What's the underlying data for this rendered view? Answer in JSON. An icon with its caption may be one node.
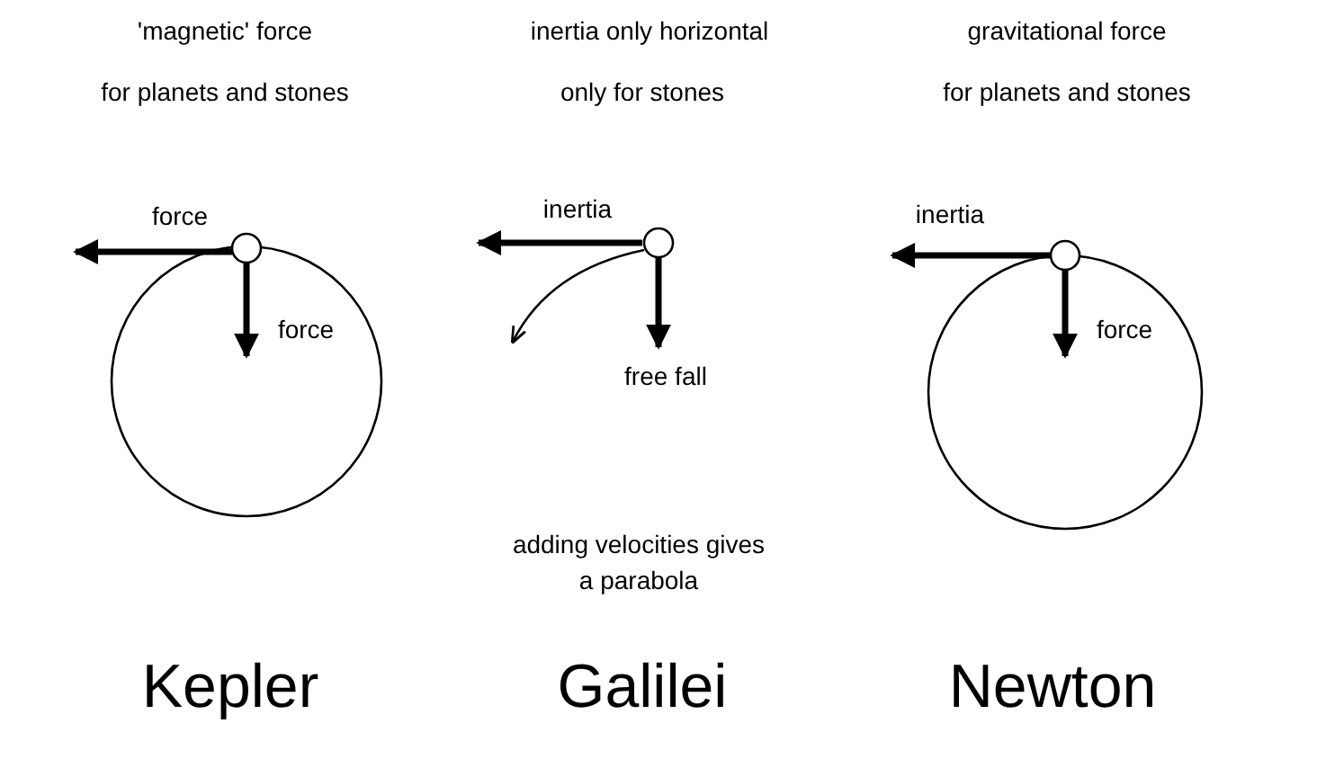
{
  "diagram": {
    "labels": [
      "'magnetic' force",
      "inertia only horizontal",
      "gravitational force",
      "for planets and stones",
      "only for stones",
      "for planets and stones",
      "force",
      "inertia",
      "inertia",
      "force",
      "free fall",
      "force",
      "adding velocities gives a parabola",
      "Kepler",
      "Galilei",
      "Newton"
    ]
  }
}
